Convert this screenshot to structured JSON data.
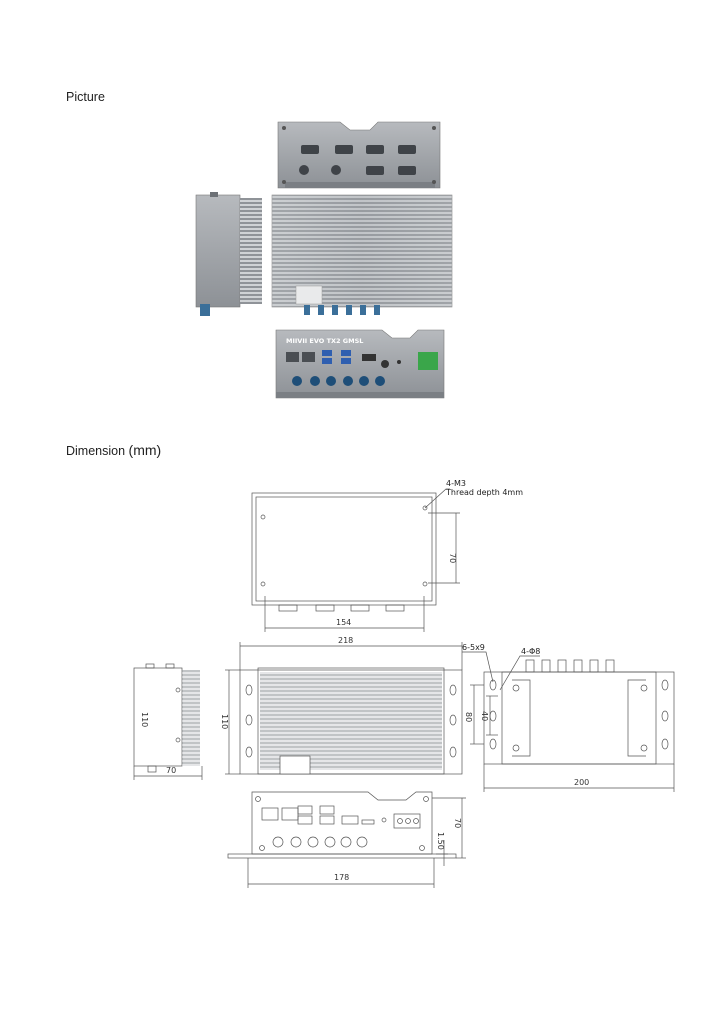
{
  "headings": {
    "picture": "Picture",
    "dimension": "Dimension",
    "dimension_unit": "(mm)"
  },
  "product": {
    "brand_label": "MIIVII EVO TX2 GMSL"
  },
  "annotations": {
    "hole_spec": "4-M3",
    "thread_depth": "Thread depth 4mm",
    "slot_spec": "6-5x9",
    "hole_dia": "4-Φ8"
  },
  "dimensions": {
    "top_height": "70",
    "top_width": "154",
    "front_width": "218",
    "front_height": "110",
    "side_height": "110",
    "side_depth": "70",
    "bottom_slot_span": "80",
    "bottom_hole_span": "40",
    "bottom_width": "200",
    "rear_width": "178",
    "rear_height": "70",
    "rear_flange": "1.50"
  },
  "colors": {
    "chassis": "#9ea2a6",
    "chassis_dark": "#6d7176",
    "connector_blue": "#3b6f99",
    "terminal_green": "#3aa64a",
    "line": "#555555"
  }
}
